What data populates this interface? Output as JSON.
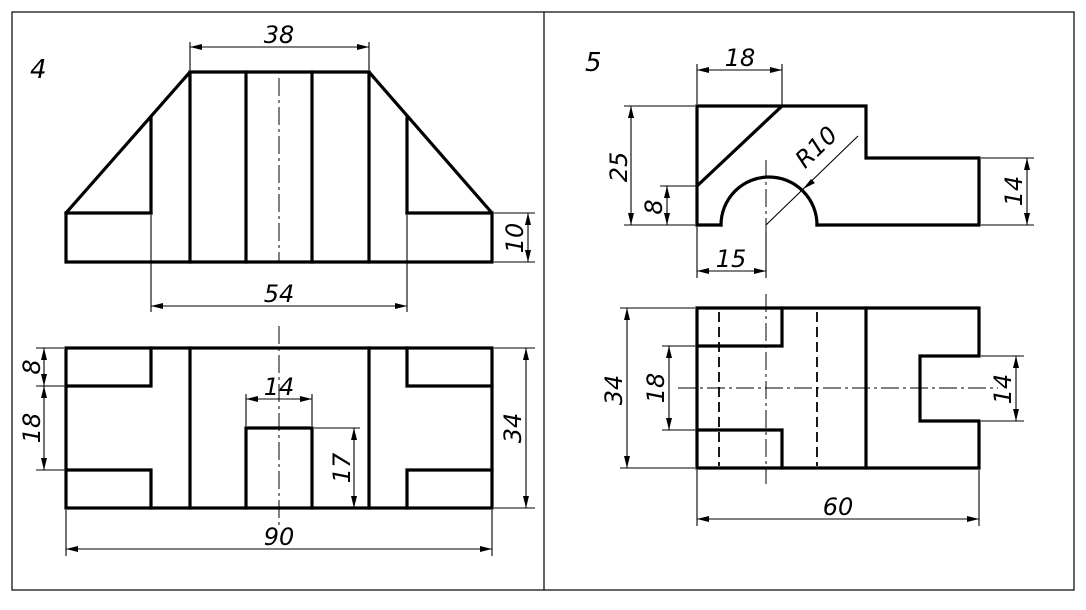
{
  "drawings": [
    {
      "number": "4",
      "dimensions": {
        "top_width": "38",
        "mid_width": "54",
        "base_height": "10",
        "total_length": "90",
        "slot_width": "14",
        "slot_depth": "17",
        "total_width": "34",
        "edge_width": "8",
        "inner_width": "18"
      }
    },
    {
      "number": "5",
      "dimensions": {
        "top_width": "18",
        "height": "25",
        "arc_height": "8",
        "radius": "R10",
        "arc_offset": "15",
        "step_height": "14",
        "total_width": "34",
        "inner_width": "18",
        "slot_width": "14",
        "total_length": "60"
      }
    }
  ]
}
